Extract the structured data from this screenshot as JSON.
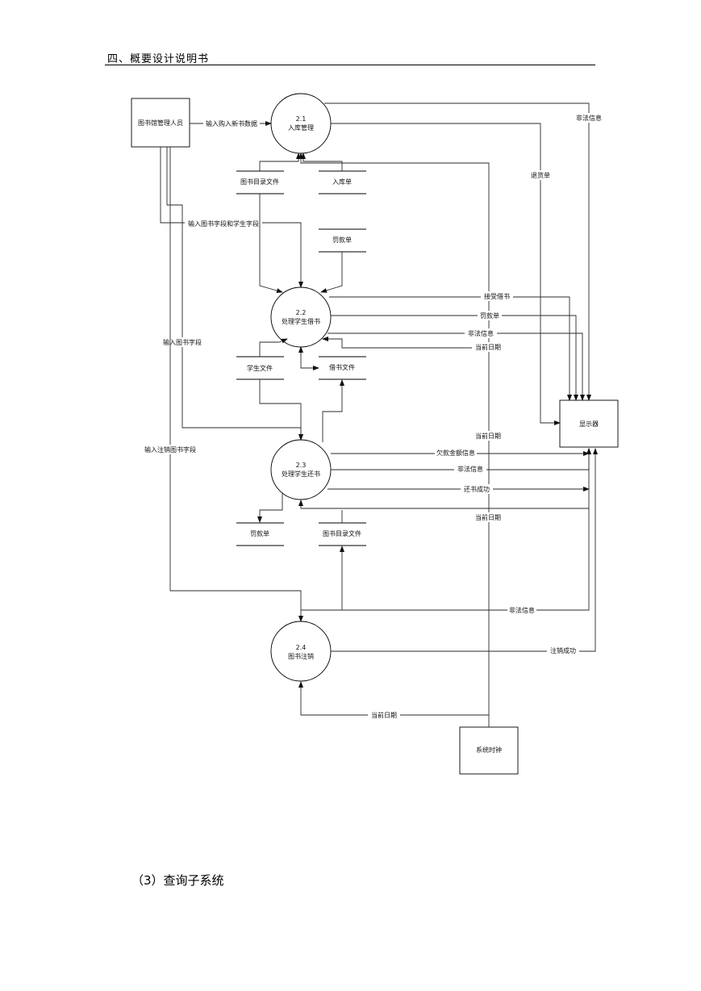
{
  "header": {
    "title": "四、概要设计说明书"
  },
  "diagram": {
    "entities": {
      "admin": "图书馆管理人员",
      "display": "显示器",
      "clock": "系统时钟"
    },
    "processes": {
      "p21": {
        "num": "2.1",
        "name": "入库管理"
      },
      "p22": {
        "num": "2.2",
        "name": "处理学生借书"
      },
      "p23": {
        "num": "2.3",
        "name": "处理学生还书"
      },
      "p24": {
        "num": "2.4",
        "name": "图书注销"
      }
    },
    "stores": {
      "catalog_top": "图书目录文件",
      "stock_in": "入库单",
      "fine_top": "罚款单",
      "student": "学生文件",
      "borrow": "借书文件",
      "fine_bottom": "罚款单",
      "catalog_bottom": "图书目录文件"
    },
    "flows": {
      "new_book_data": "输入购入新书数据",
      "illegal_top": "非法信息",
      "return_slip": "退货单",
      "book_student_fields": "输入图书字段和学生字段",
      "borrow_ok": "接受借书",
      "fine_msg": "罚款单",
      "illegal_22": "非法信息",
      "date_22": "当前日期",
      "book_field": "输入图书字段",
      "date_23a": "当前日期",
      "debt_info": "欠款金额信息",
      "illegal_23": "非法信息",
      "return_ok": "还书成功",
      "date_23b": "当前日期",
      "cancel_field": "输入注销图书字段",
      "illegal_24": "非法信息",
      "cancel_ok": "注销成功",
      "date_24": "当前日期"
    }
  },
  "section": {
    "title": "（3）查询子系统"
  }
}
